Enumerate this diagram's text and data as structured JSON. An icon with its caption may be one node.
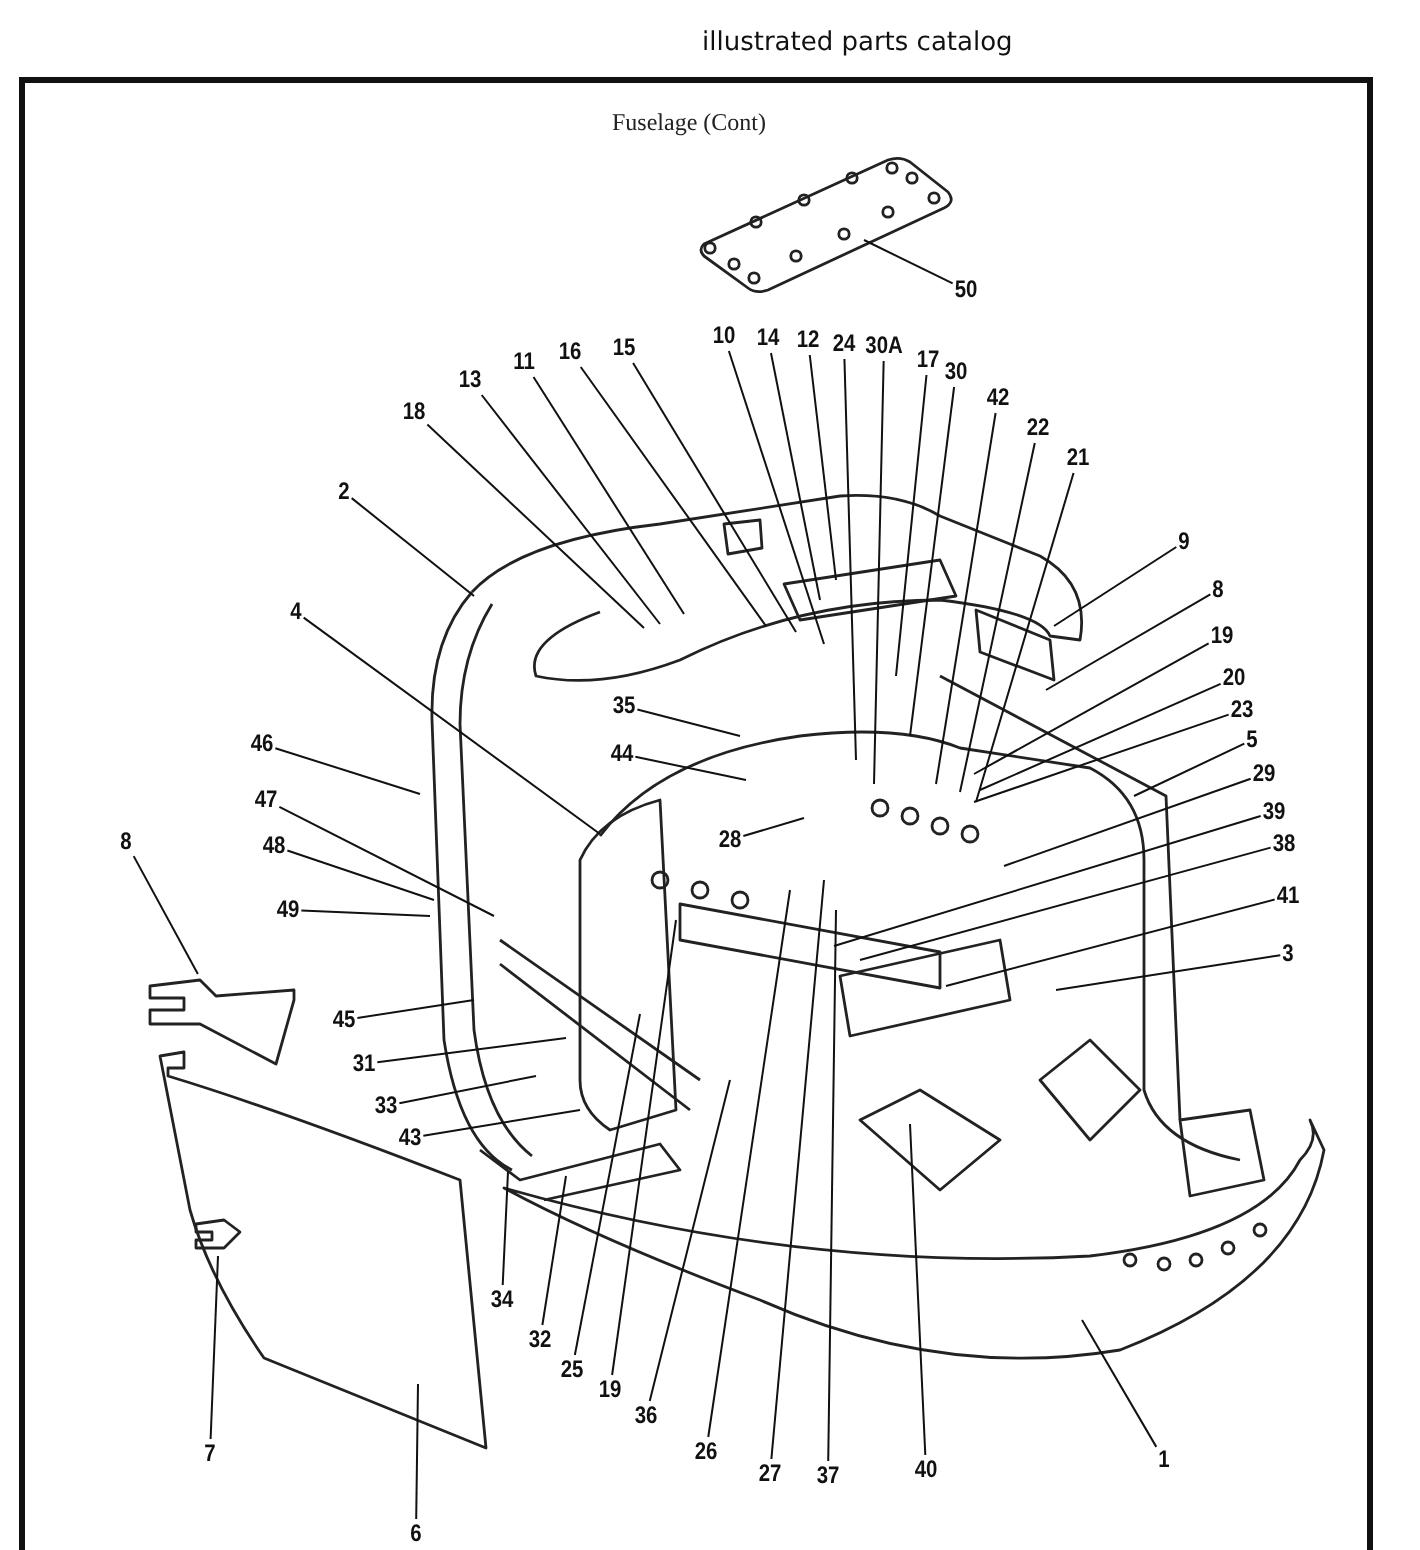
{
  "diagram": {
    "title": "Fuselage (Cont)",
    "nodes": [
      {
        "text": [
          "50"
        ]
      },
      {
        "text": [
          "10"
        ]
      },
      {
        "text": [
          "14"
        ]
      },
      {
        "text": [
          "12"
        ]
      },
      {
        "text": [
          "24"
        ]
      },
      {
        "text": [
          "30A"
        ]
      },
      {
        "text": [
          "17"
        ]
      },
      {
        "text": [
          "30"
        ]
      },
      {
        "text": [
          "42"
        ]
      },
      {
        "text": [
          "22"
        ]
      },
      {
        "text": [
          "21"
        ]
      },
      {
        "text": [
          "15"
        ]
      },
      {
        "text": [
          "16"
        ]
      },
      {
        "text": [
          "11"
        ]
      },
      {
        "text": [
          "13"
        ]
      },
      {
        "text": [
          "18"
        ]
      },
      {
        "text": [
          "2"
        ]
      },
      {
        "text": [
          "9"
        ]
      },
      {
        "text": [
          "8"
        ]
      },
      {
        "text": [
          "19"
        ]
      },
      {
        "text": [
          "20"
        ]
      },
      {
        "text": [
          "23"
        ]
      },
      {
        "text": [
          "5"
        ]
      },
      {
        "text": [
          "4"
        ]
      },
      {
        "text": [
          "29"
        ]
      },
      {
        "text": [
          "35"
        ]
      },
      {
        "text": [
          "39"
        ]
      },
      {
        "text": [
          "38"
        ]
      },
      {
        "text": [
          "44"
        ]
      },
      {
        "text": [
          "46"
        ]
      },
      {
        "text": [
          "47"
        ]
      },
      {
        "text": [
          "28"
        ]
      },
      {
        "text": [
          "48"
        ]
      },
      {
        "text": [
          "8"
        ]
      },
      {
        "text": [
          "41"
        ]
      },
      {
        "text": [
          "49"
        ]
      },
      {
        "text": [
          "3"
        ]
      },
      {
        "text": [
          "45"
        ]
      },
      {
        "text": [
          "31"
        ]
      },
      {
        "text": [
          "33"
        ]
      },
      {
        "text": [
          "43"
        ]
      },
      {
        "text": [
          "34"
        ]
      },
      {
        "text": [
          "32"
        ]
      },
      {
        "text": [
          "25"
        ]
      },
      {
        "text": [
          "19"
        ]
      },
      {
        "text": [
          "36"
        ]
      },
      {
        "text": [
          "26"
        ]
      },
      {
        "text": [
          "27"
        ]
      },
      {
        "text": [
          "37"
        ]
      },
      {
        "text": [
          "40"
        ]
      },
      {
        "text": [
          "7"
        ]
      },
      {
        "text": [
          "1"
        ]
      },
      {
        "text": [
          "6"
        ]
      },
      {
        "text": [],
        "shape": "picture"
      }
    ],
    "edges": [
      {
        "from": 0,
        "to": null,
        "arrow": "none"
      },
      {
        "from": 1,
        "to": null,
        "arrow": "none"
      },
      {
        "from": 2,
        "to": null,
        "arrow": "none"
      },
      {
        "from": 3,
        "to": null,
        "arrow": "none"
      },
      {
        "from": 4,
        "to": null,
        "arrow": "none"
      },
      {
        "from": 5,
        "to": null,
        "arrow": "none"
      },
      {
        "from": 6,
        "to": null,
        "arrow": "none"
      },
      {
        "from": 7,
        "to": null,
        "arrow": "none"
      },
      {
        "from": 8,
        "to": null,
        "arrow": "none"
      },
      {
        "from": 9,
        "to": null,
        "arrow": "none"
      },
      {
        "from": 10,
        "to": null,
        "arrow": "none"
      },
      {
        "from": 11,
        "to": null,
        "arrow": "none"
      },
      {
        "from": 12,
        "to": null,
        "arrow": "none"
      },
      {
        "from": 13,
        "to": null,
        "arrow": "none"
      },
      {
        "from": 14,
        "to": null,
        "arrow": "none"
      },
      {
        "from": 15,
        "to": null,
        "arrow": "none"
      },
      {
        "from": 16,
        "to": null,
        "arrow": "none"
      },
      {
        "from": 17,
        "to": null,
        "arrow": "none"
      },
      {
        "from": 18,
        "to": null,
        "arrow": "none"
      },
      {
        "from": 19,
        "to": null,
        "arrow": "none"
      },
      {
        "from": 20,
        "to": null,
        "arrow": "none"
      },
      {
        "from": 21,
        "to": null,
        "arrow": "none"
      },
      {
        "from": 22,
        "to": null,
        "arrow": "none"
      },
      {
        "from": 23,
        "to": null,
        "arrow": "none"
      },
      {
        "from": 24,
        "to": null,
        "arrow": "none"
      },
      {
        "from": 25,
        "to": null,
        "arrow": "none"
      },
      {
        "from": 26,
        "to": null,
        "arrow": "none"
      },
      {
        "from": 27,
        "to": null,
        "arrow": "none"
      },
      {
        "from": 28,
        "to": null,
        "arrow": "none"
      },
      {
        "from": 29,
        "to": null,
        "arrow": "none"
      },
      {
        "from": 30,
        "to": null,
        "arrow": "none"
      },
      {
        "from": 31,
        "to": null,
        "arrow": "none"
      },
      {
        "from": 32,
        "to": null,
        "arrow": "none"
      },
      {
        "from": 33,
        "to": 53,
        "arrow": "none"
      },
      {
        "from": 34,
        "to": null,
        "arrow": "none"
      },
      {
        "from": 35,
        "to": null,
        "arrow": "none"
      },
      {
        "from": 36,
        "to": null,
        "arrow": "none"
      },
      {
        "from": 37,
        "to": null,
        "arrow": "none"
      },
      {
        "from": 38,
        "to": null,
        "arrow": "none"
      },
      {
        "from": 39,
        "to": null,
        "arrow": "none"
      },
      {
        "from": 40,
        "to": null,
        "arrow": "none"
      },
      {
        "from": 41,
        "to": null,
        "arrow": "none"
      },
      {
        "from": 42,
        "to": null,
        "arrow": "none"
      },
      {
        "from": 43,
        "to": null,
        "arrow": "none"
      },
      {
        "from": 44,
        "to": null,
        "arrow": "none"
      },
      {
        "from": 45,
        "to": null,
        "arrow": "none"
      },
      {
        "from": 46,
        "to": null,
        "arrow": "none"
      },
      {
        "from": 47,
        "to": null,
        "arrow": "none"
      },
      {
        "from": 48,
        "to": null,
        "arrow": "none"
      },
      {
        "from": 49,
        "to": null,
        "arrow": "none"
      },
      {
        "from": 50,
        "to": null,
        "arrow": "none"
      },
      {
        "from": 51,
        "to": null,
        "arrow": "none"
      },
      {
        "from": 52,
        "to": null,
        "arrow": "none"
      }
    ],
    "labels": [
      "illustrated parts catalog"
    ]
  }
}
